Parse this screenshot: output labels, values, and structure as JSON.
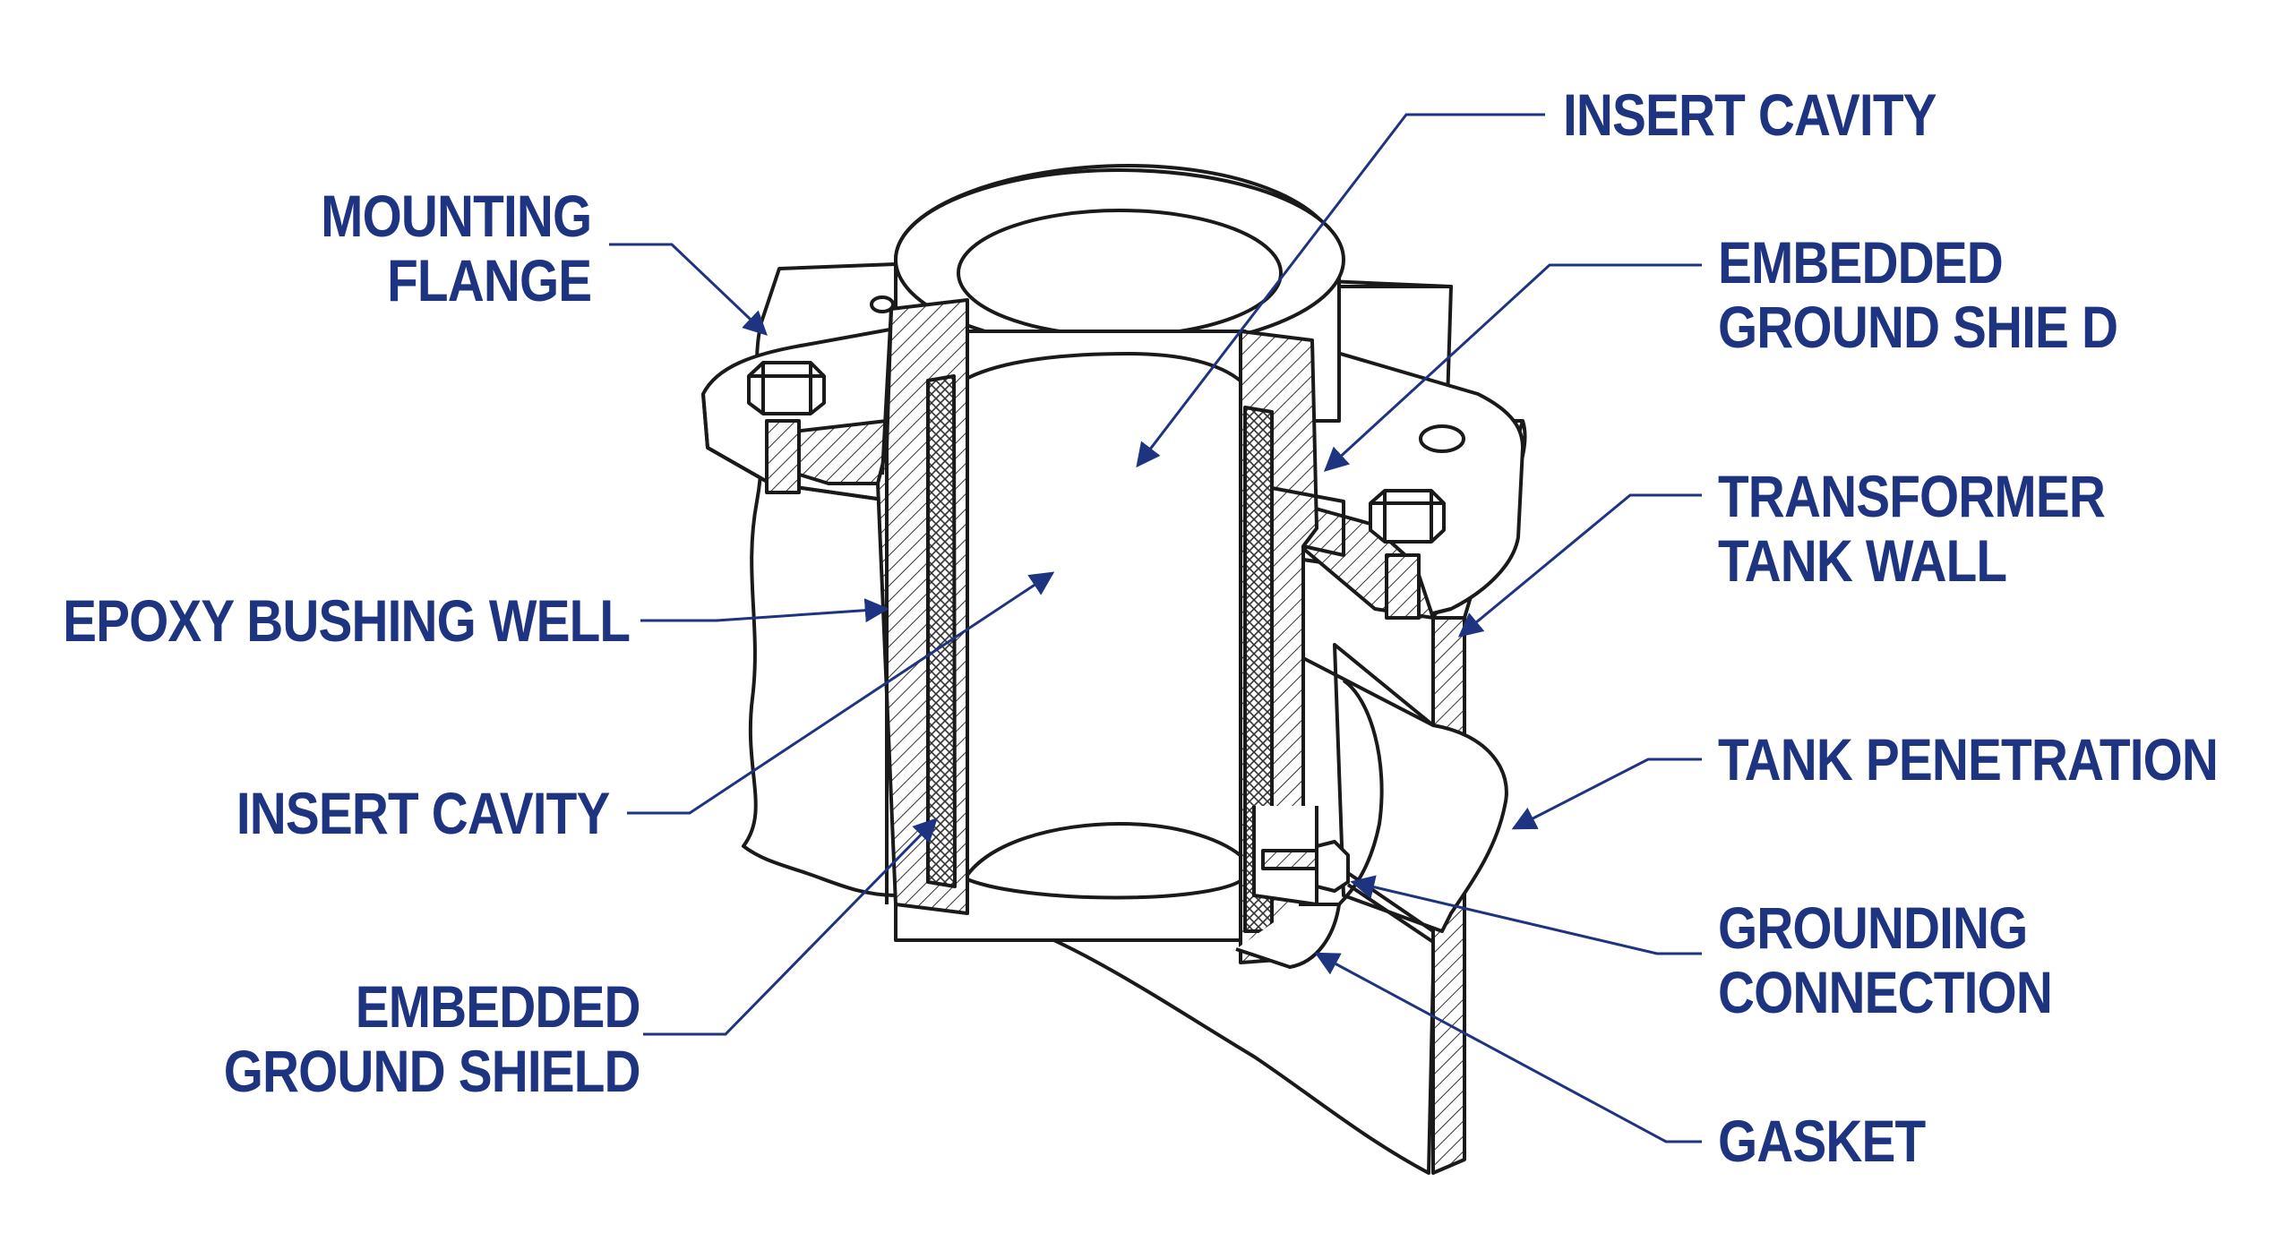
{
  "colors": {
    "label": "#1e3480",
    "leader": "#1e3480",
    "line": "#1a1a1a",
    "hatch": "#333333"
  },
  "labels": {
    "insert_cavity_top": [
      "INSERT CAVITY"
    ],
    "mounting_flange": [
      "MOUNTING",
      "FLANGE"
    ],
    "embedded_ground_shield_top": [
      "EMBEDDED",
      "GROUND SHIE D"
    ],
    "transformer_tank_wall": [
      "TRANSFORMER",
      "TANK WALL"
    ],
    "epoxy_bushing_well": [
      "EPOXY BUSHING WELL"
    ],
    "tank_penetration": [
      "TANK PENETRATION"
    ],
    "insert_cavity_left": [
      "INSERT CAVITY"
    ],
    "grounding_connection": [
      "GROUNDING",
      "CONNECTION"
    ],
    "embedded_ground_shield_bottom": [
      "EMBEDDED",
      "GROUND SHIELD"
    ],
    "gasket": [
      "GASKET"
    ]
  }
}
